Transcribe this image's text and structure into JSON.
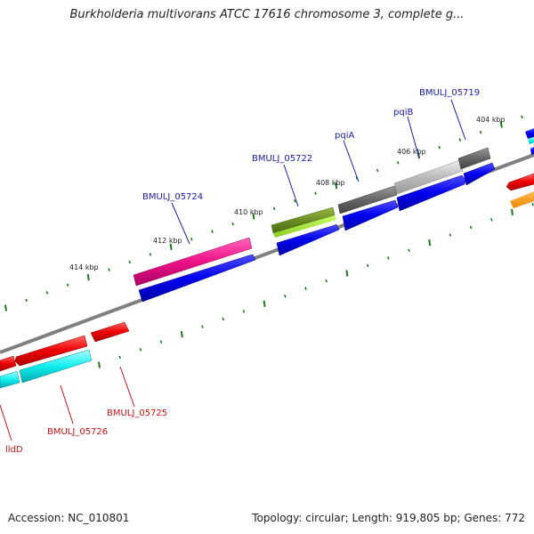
{
  "title": "Burkholderia multivorans ATCC 17616 chromosome 3, complete g...",
  "footer": {
    "accession": "Accession: NC_010801",
    "topology": "Topology: circular; Length: 919,805 bp; Genes: 772"
  },
  "tick_labels": [
    "404 kbp",
    "406 kbp",
    "408 kbp",
    "410 kbp",
    "412 kbp",
    "414 kbp"
  ],
  "gene_labels": {
    "BMULJ_05719": "BMULJ_05719",
    "pqiB": "pqiB",
    "pqiA": "pqiA",
    "BMULJ_05722": "BMULJ_05722",
    "BMULJ_05724": "BMULJ_05724",
    "BMULJ_05725": "BMULJ_05725",
    "BMULJ_05726": "BMULJ_05726",
    "lldD": "lldD"
  },
  "colors": {
    "label_forward": "#1a1aaa",
    "label_reverse": "#cc1111",
    "backbone": "#808080",
    "tick": "#1a7a1a"
  }
}
